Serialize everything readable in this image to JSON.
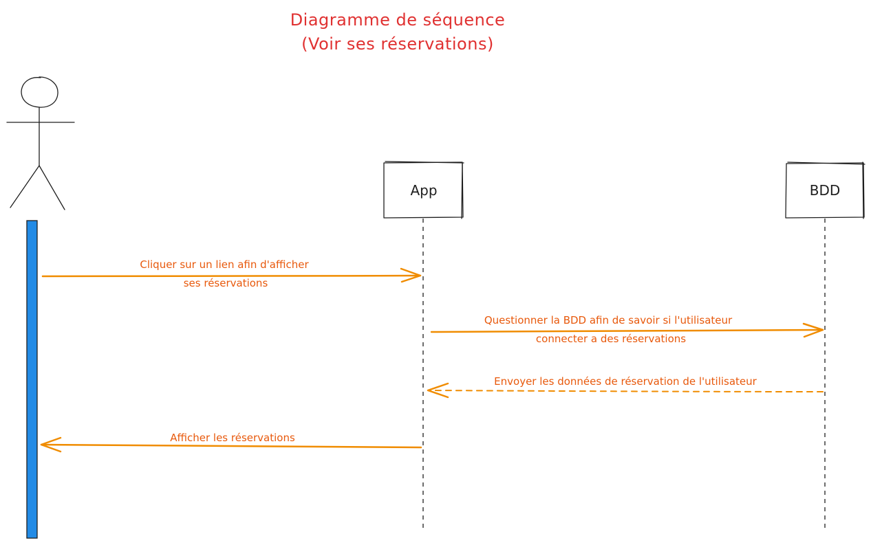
{
  "title": {
    "line1": "Diagramme de séquence",
    "line2": "(Voir ses réservations)"
  },
  "participants": {
    "app": "App",
    "bdd": "BDD"
  },
  "messages": {
    "m1": {
      "line1": "Cliquer sur un lien afin d'afficher",
      "line2": "ses réservations"
    },
    "m2": {
      "line1": "Questionner la BDD afin de savoir si l'utilisateur",
      "line2": "connecter a des réservations"
    },
    "m3": {
      "line1": "Envoyer les données de réservation de l'utilisateur"
    },
    "m4": {
      "line1": "Afficher les réservations"
    }
  },
  "colors": {
    "title": "#e03131",
    "message": "#e8590c",
    "arrow": "#f08c00",
    "activation": "#228be6",
    "stroke": "#1e1e1e"
  }
}
